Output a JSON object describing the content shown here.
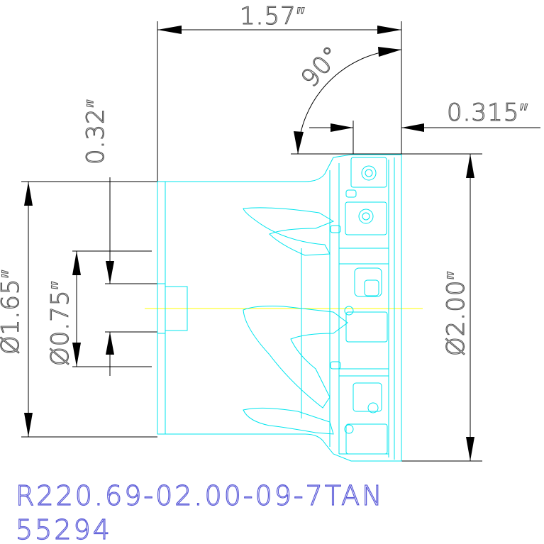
{
  "drawing": {
    "dim_length": "1.57″",
    "dim_angle": "90°",
    "dim_depth": "0.315″",
    "dim_shoulder": "0.32″",
    "dim_body_dia": "Ø1.65″",
    "dim_bore_dia": "Ø0.75″",
    "dim_cutter_dia": "Ø2.00″",
    "part_number": "R220.69-02.00-09-7TAN",
    "item_code": "55294"
  },
  "colors": {
    "outline": "#00e5ee",
    "dimension": "#000000",
    "centerline": "#ffff00",
    "title": "#5a5ad8"
  }
}
